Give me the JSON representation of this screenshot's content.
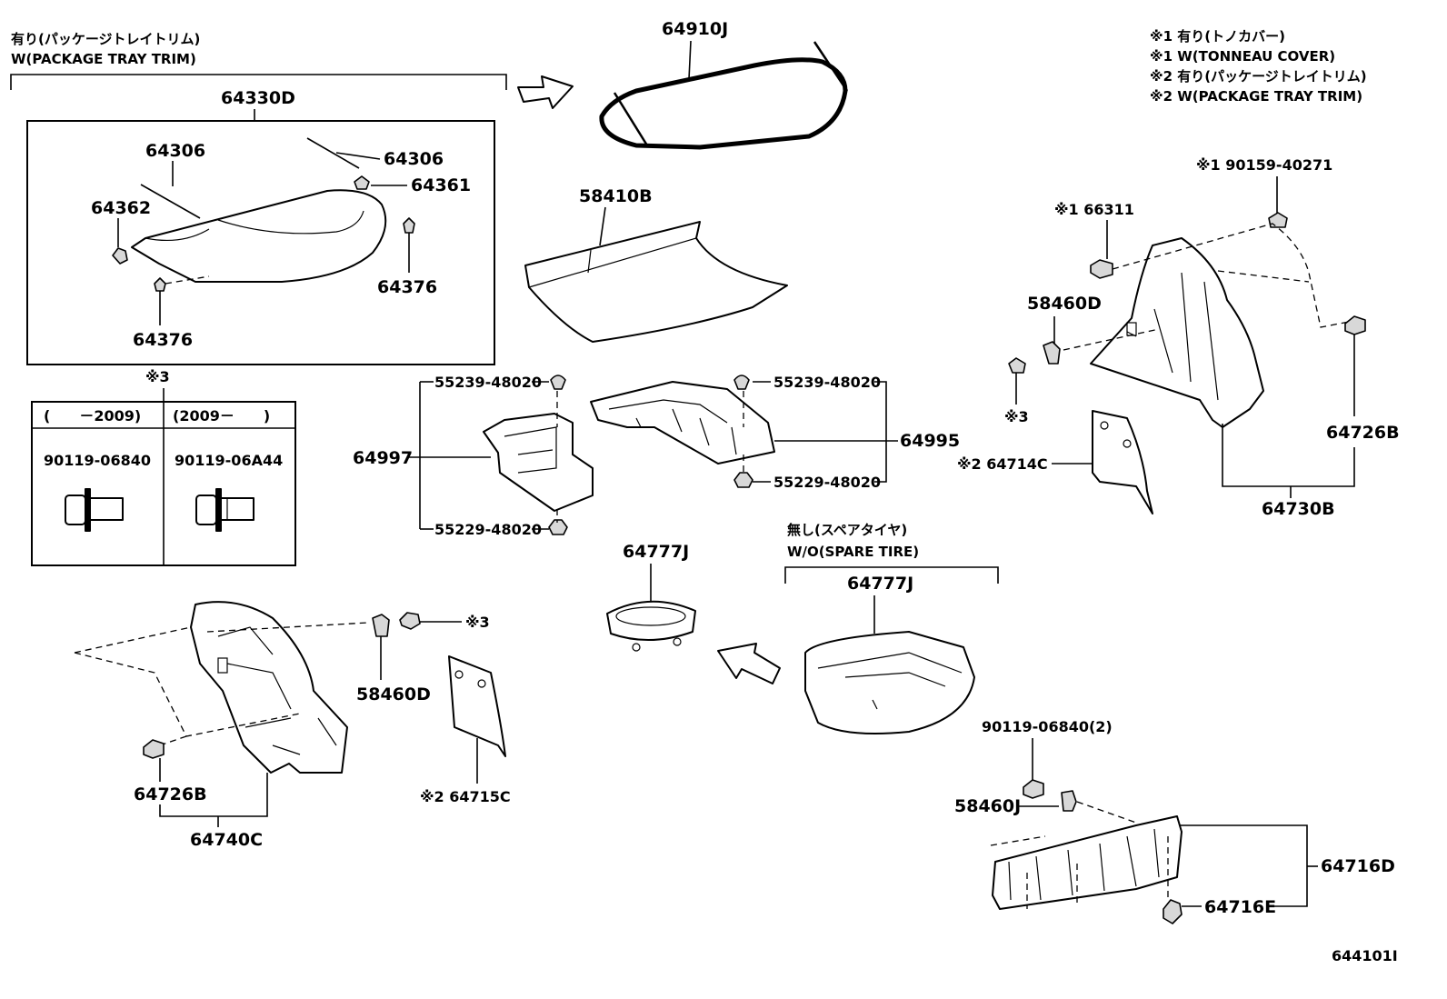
{
  "labels": {
    "pkg_tray_jp": "有り(パッケージトレイトリム)",
    "pkg_tray_en": "W(PACKAGE TRAY TRIM)",
    "p64330D": "64330D",
    "p64306_a": "64306",
    "p64306_b": "64306",
    "p64361": "64361",
    "p64362": "64362",
    "p64376_a": "64376",
    "p64376_b": "64376",
    "p64910J": "64910J",
    "p58410B": "58410B",
    "note1_jp": "※1 有り(トノカバー)",
    "note1_en": "※1 W(TONNEAU COVER)",
    "note2_jp": "※2 有り(パッケージトレイトリム)",
    "note2_en": "※2 W(PACKAGE TRAY TRIM)",
    "p90159": "※1 90159-40271",
    "p66311": "※1 66311",
    "p58460D_r": "58460D",
    "mark3_r": "※3",
    "p64726B_r": "64726B",
    "p64714C": "※2 64714C",
    "p64730B": "64730B",
    "star3": "※3",
    "col1_head": "(　　－2009)",
    "col2_head": "(2009－　　)",
    "col1_part": "90119-06840",
    "col2_part": "90119-06A44",
    "p55239_l": "55239-48020",
    "p55229_l": "55229-48020",
    "p64997": "64997",
    "p55239_r": "55239-48020",
    "p55229_r": "55229-48020",
    "p64995": "64995",
    "spare_jp": "無し(スペアタイヤ)",
    "spare_en": "W/O(SPARE TIRE)",
    "p64777J_a": "64777J",
    "p64777J_b": "64777J",
    "p58460D_l": "58460D",
    "mark3_l": "※3",
    "p64726B_l": "64726B",
    "p64740C": "64740C",
    "p64715C": "※2 64715C",
    "p90119_2": "90119-06840(2)",
    "p58460J": "58460J",
    "p64716D": "64716D",
    "p64716E": "64716E",
    "diagram_code": "644101I"
  }
}
